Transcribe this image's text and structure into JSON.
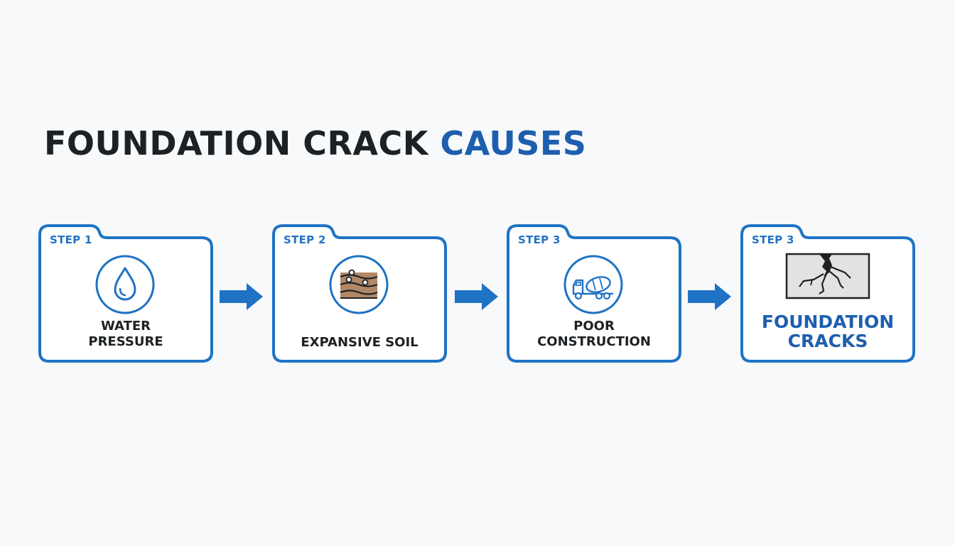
{
  "title": {
    "part1": "FOUNDATION CRACK",
    "part2": "CAUSES"
  },
  "steps": [
    {
      "step": "STEP 1",
      "lines": [
        "WATER",
        "PRESSURE"
      ],
      "icon": "water-drop-icon"
    },
    {
      "step": "STEP 2",
      "lines": [
        "EXPANSIVE SOIL"
      ],
      "icon": "soil-layers-icon"
    },
    {
      "step": "STEP 3",
      "lines": [
        "POOR",
        "CONSTRUCTION"
      ],
      "icon": "cement-truck-icon"
    },
    {
      "step": "STEP 3",
      "lines": [
        "FOUNDATION",
        "CRACKS"
      ],
      "icon": "cracked-wall-icon"
    }
  ],
  "colors": {
    "accent": "#1f73c4",
    "title_accent": "#1d5fae",
    "text": "#1e2124",
    "background": "#f8f9fa"
  }
}
